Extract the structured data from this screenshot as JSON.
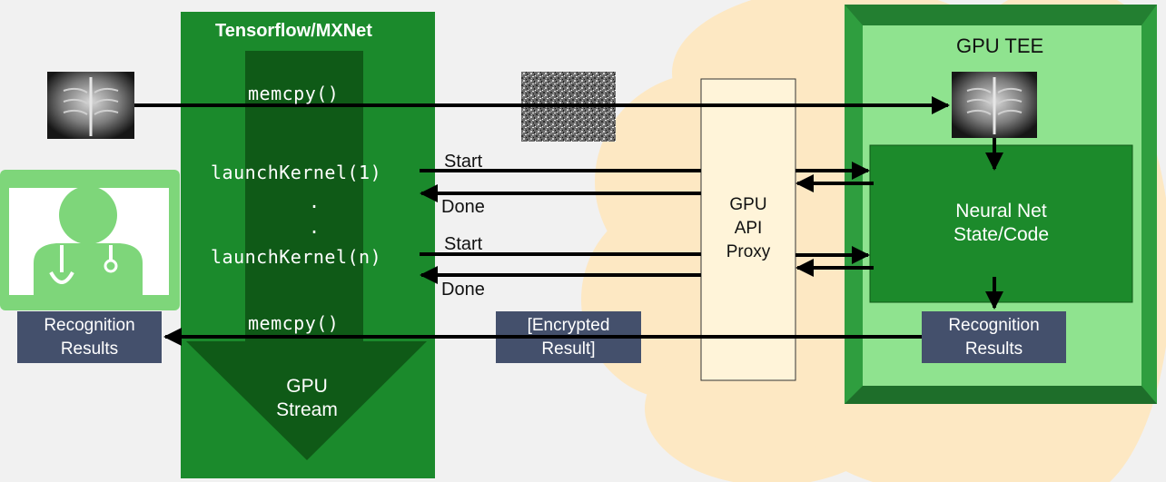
{
  "framework": {
    "title": "Tensorflow/MXNet"
  },
  "stream": {
    "ops": {
      "memcpy_in": "memcpy()",
      "launch_1": "launchKernel(1)",
      "dot_1": ".",
      "dot_2": ".",
      "launch_n": "launchKernel(n)",
      "memcpy_out": "memcpy()"
    },
    "label_line1": "GPU",
    "label_line2": "Stream"
  },
  "signals": {
    "start_1": "Start",
    "done_1": "Done",
    "start_2": "Start",
    "done_2": "Done"
  },
  "proxy": {
    "line1": "GPU",
    "line2": "API",
    "line3": "Proxy"
  },
  "tee": {
    "title": "GPU TEE",
    "nn_line1": "Neural Net",
    "nn_line2": "State/Code"
  },
  "results": {
    "client_line1": "Recognition",
    "client_line2": "Results",
    "encrypted_line1": "[Encrypted",
    "encrypted_line2": "Result]",
    "tee_line1": "Recognition",
    "tee_line2": "Results"
  },
  "colors": {
    "framework_green": "#1b8a2c",
    "stream_dark": "#0f5a17",
    "tee_outer": "#2f9e3f",
    "tee_inner": "#8fe38f",
    "nn_green": "#1c8a2b",
    "cloud": "#fde8c3",
    "proxy_box": "#fff4d9",
    "result_box": "#44506c",
    "doctor_green": "#7ed67a"
  },
  "icons": [
    "xray-image-icon",
    "noise-image-icon",
    "doctor-icon",
    "xray-image-tee-icon"
  ]
}
